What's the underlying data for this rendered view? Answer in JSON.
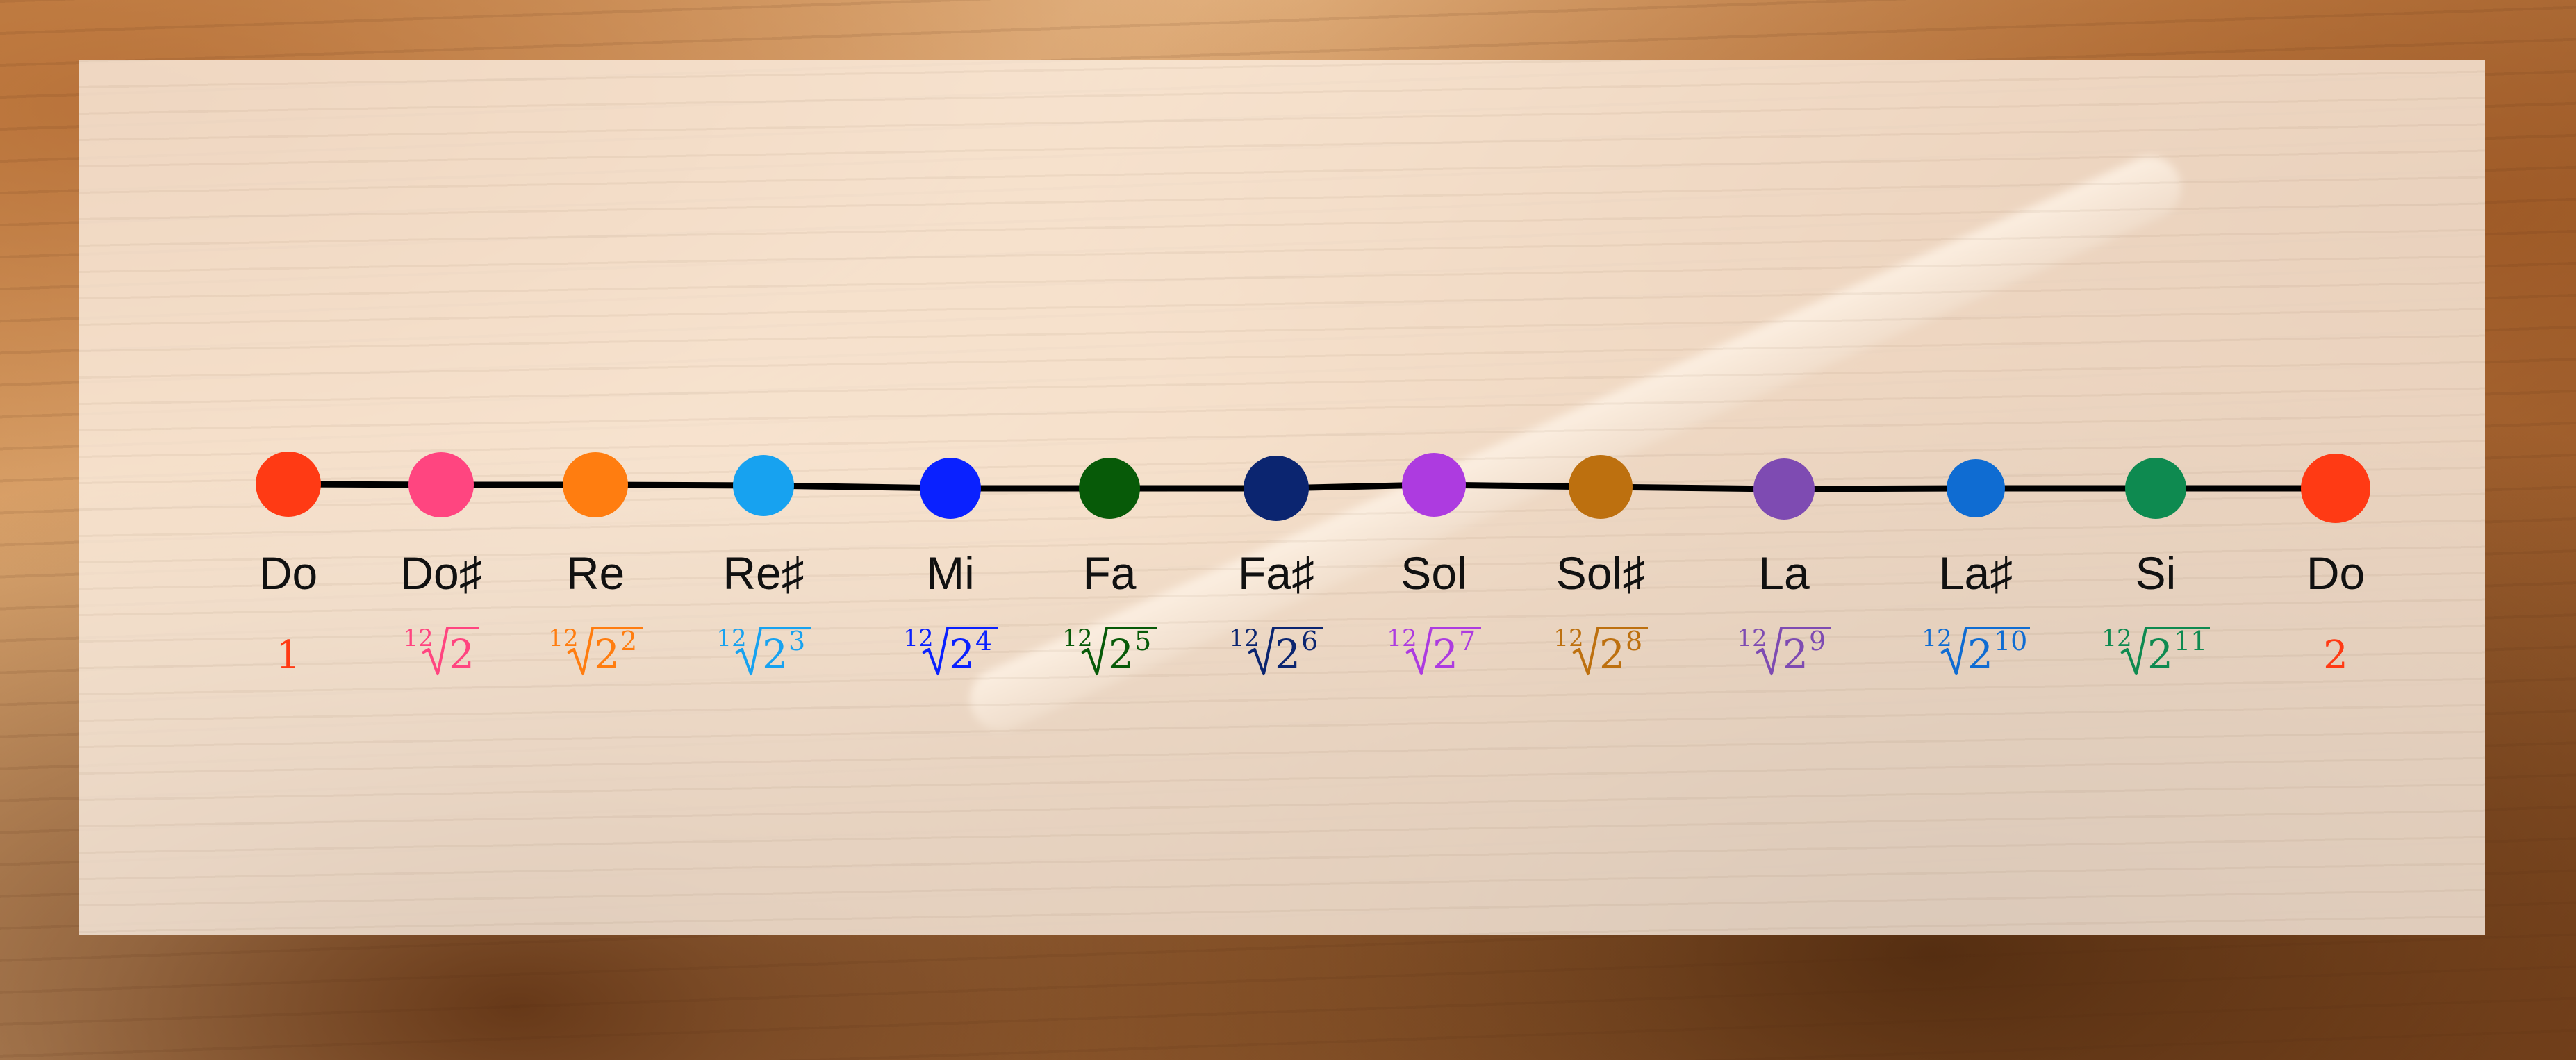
{
  "notes": [
    {
      "name": "Do",
      "color": "#ff3a14",
      "value": {
        "kind": "number",
        "text": "1"
      }
    },
    {
      "name": "Do♯",
      "color": "#ff4580",
      "value": {
        "kind": "root",
        "index": "12",
        "base": "2",
        "exp": ""
      }
    },
    {
      "name": "Re",
      "color": "#ff7d10",
      "value": {
        "kind": "root",
        "index": "12",
        "base": "2",
        "exp": "2"
      }
    },
    {
      "name": "Re♯",
      "color": "#17a2f0",
      "value": {
        "kind": "root",
        "index": "12",
        "base": "2",
        "exp": "3"
      }
    },
    {
      "name": "Mi",
      "color": "#0a21ff",
      "value": {
        "kind": "root",
        "index": "12",
        "base": "2",
        "exp": "4"
      }
    },
    {
      "name": "Fa",
      "color": "#075a08",
      "value": {
        "kind": "root",
        "index": "12",
        "base": "2",
        "exp": "5"
      }
    },
    {
      "name": "Fa♯",
      "color": "#0b2570",
      "value": {
        "kind": "root",
        "index": "12",
        "base": "2",
        "exp": "6"
      }
    },
    {
      "name": "Sol",
      "color": "#ad3be0",
      "value": {
        "kind": "root",
        "index": "12",
        "base": "2",
        "exp": "7"
      }
    },
    {
      "name": "Sol♯",
      "color": "#bd700f",
      "value": {
        "kind": "root",
        "index": "12",
        "base": "2",
        "exp": "8"
      }
    },
    {
      "name": "La",
      "color": "#7e4bb2",
      "value": {
        "kind": "root",
        "index": "12",
        "base": "2",
        "exp": "9"
      }
    },
    {
      "name": "La♯",
      "color": "#0f6cd2",
      "value": {
        "kind": "root",
        "index": "12",
        "base": "2",
        "exp": "10"
      }
    },
    {
      "name": "Si",
      "color": "#0e8a50",
      "value": {
        "kind": "root",
        "index": "12",
        "base": "2",
        "exp": "11"
      }
    },
    {
      "name": "Do",
      "color": "#ff3a14",
      "value": {
        "kind": "number",
        "text": "2"
      }
    }
  ],
  "line_color": "#000000"
}
